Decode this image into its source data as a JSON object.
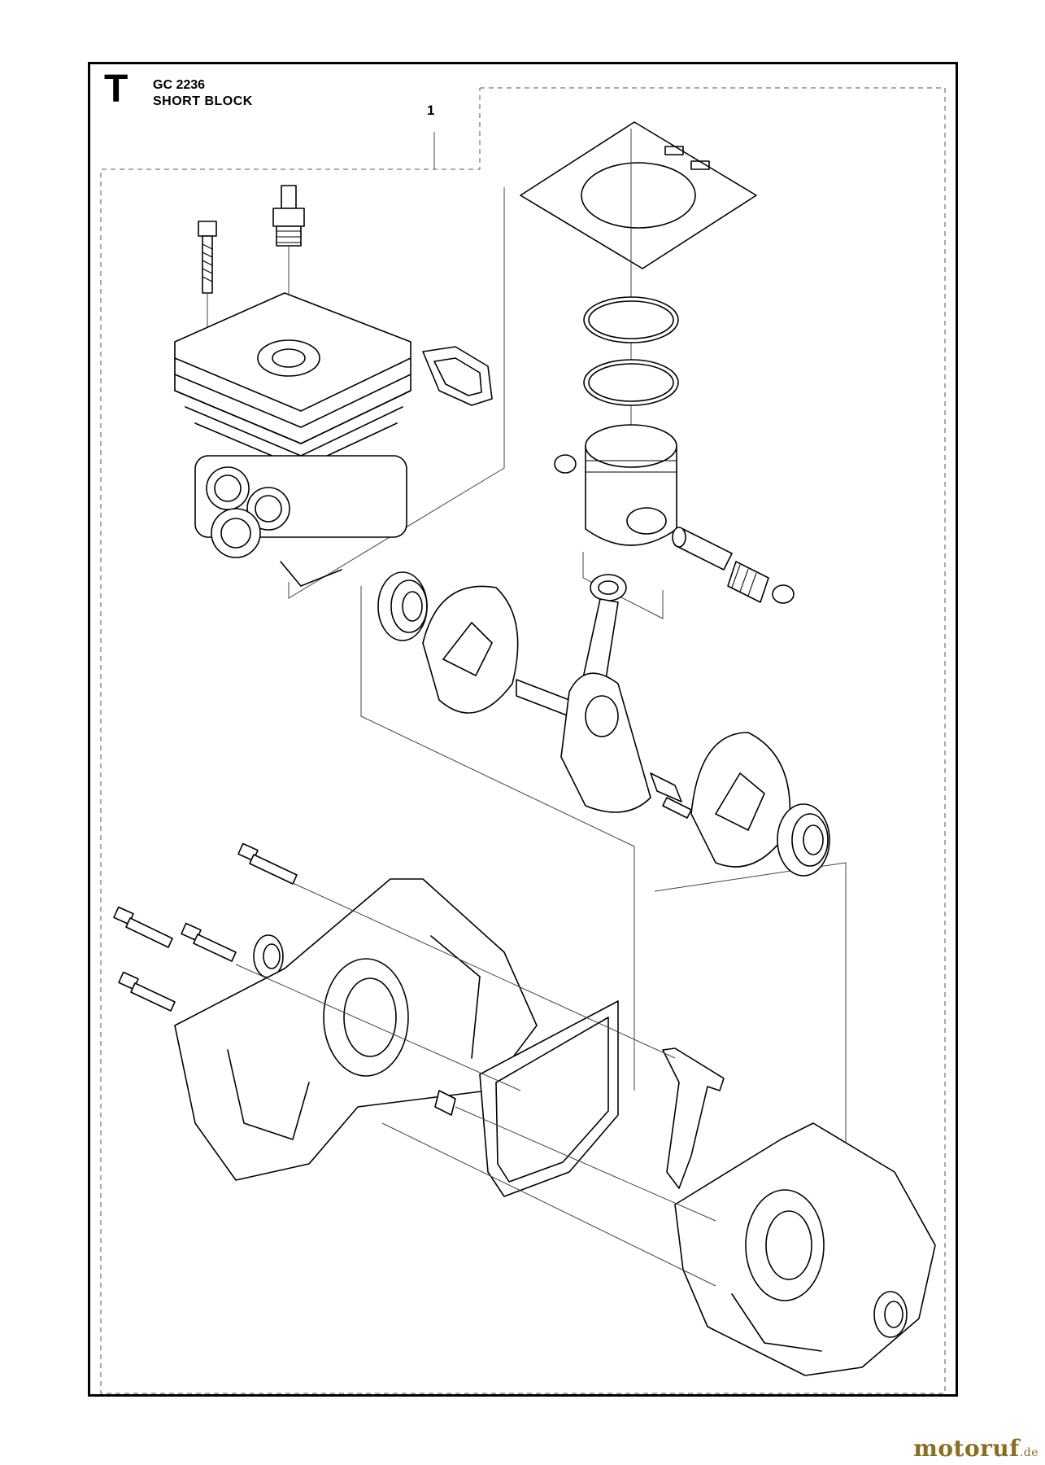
{
  "header": {
    "section_letter": "T",
    "model": "GC 2236",
    "title": "SHORT BLOCK"
  },
  "callouts": [
    {
      "label": "1"
    }
  ],
  "watermark": {
    "brand": "motoruf",
    "tld": ".de",
    "color": "#8a6d1e"
  }
}
